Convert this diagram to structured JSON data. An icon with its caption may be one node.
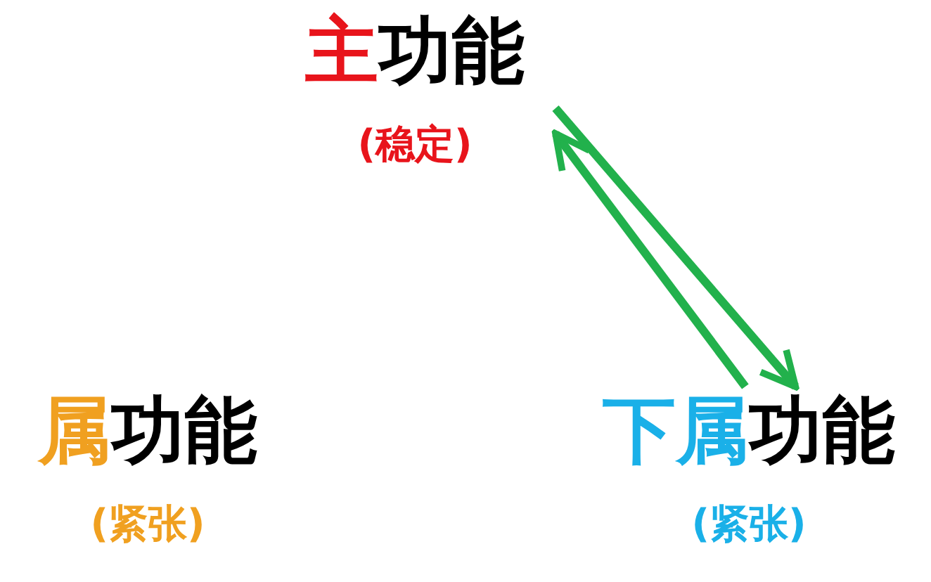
{
  "diagram": {
    "nodes": [
      {
        "text": [
          "主功能",
          "(稳定)"
        ]
      },
      {
        "text": [
          "属功能",
          "(紧张)"
        ]
      },
      {
        "text": [
          "下属功能",
          "(紧张)"
        ]
      }
    ],
    "edges": [
      {
        "from": 2,
        "to": 0,
        "arrow": "to",
        "color": "#22b14c"
      },
      {
        "from": 0,
        "to": 2,
        "arrow": "to",
        "color": "#22b14c"
      }
    ]
  }
}
